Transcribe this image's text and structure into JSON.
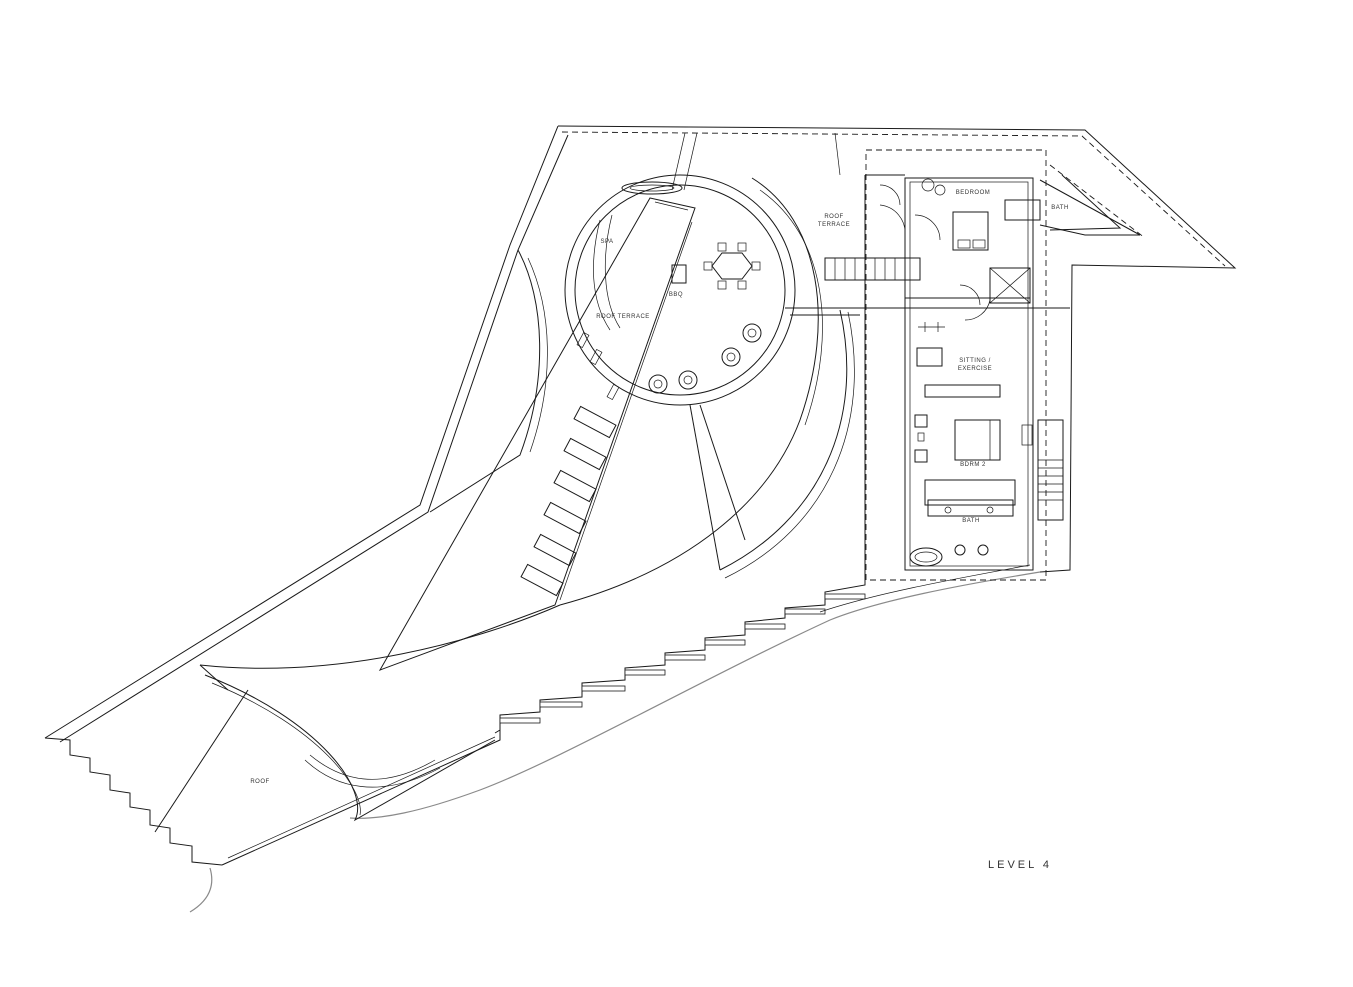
{
  "drawing": {
    "level_label": "LEVEL 4",
    "rooms": {
      "roof_terrace_upper_line1": "ROOF",
      "roof_terrace_upper_line2": "TERRACE",
      "roof_terrace_main": "ROOF TERRACE",
      "spa": "SPA",
      "bbq": "BBQ",
      "bedroom": "BEDROOM",
      "bath_upper": "BATH",
      "sitting_line1": "SITTING /",
      "sitting_line2": "EXERCISE",
      "bdrm2": "BDRM 2",
      "bath_lower": "BATH",
      "roof": "ROOF"
    }
  }
}
